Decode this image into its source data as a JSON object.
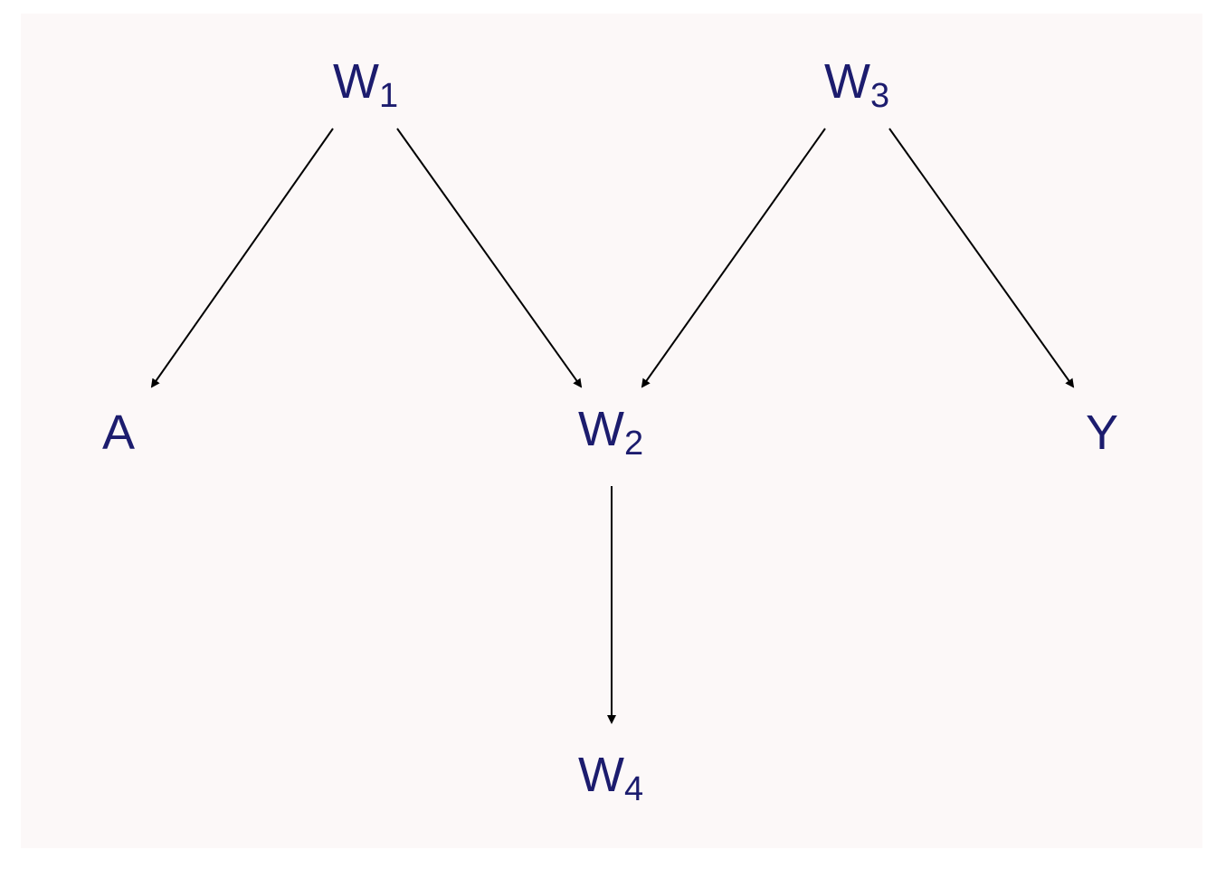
{
  "colors": {
    "background": "#fcf8f8",
    "node_text": "#1c1c6e",
    "edge": "#000000"
  },
  "nodes": [
    {
      "id": "W1",
      "base": "W",
      "sub": "1"
    },
    {
      "id": "W3",
      "base": "W",
      "sub": "3"
    },
    {
      "id": "A",
      "base": "A",
      "sub": ""
    },
    {
      "id": "W2",
      "base": "W",
      "sub": "2"
    },
    {
      "id": "Y",
      "base": "Y",
      "sub": ""
    },
    {
      "id": "W4",
      "base": "W",
      "sub": "4"
    }
  ],
  "edges": [
    {
      "from": "W1",
      "to": "A"
    },
    {
      "from": "W1",
      "to": "W2"
    },
    {
      "from": "W3",
      "to": "W2"
    },
    {
      "from": "W3",
      "to": "Y"
    },
    {
      "from": "W2",
      "to": "W4"
    }
  ]
}
